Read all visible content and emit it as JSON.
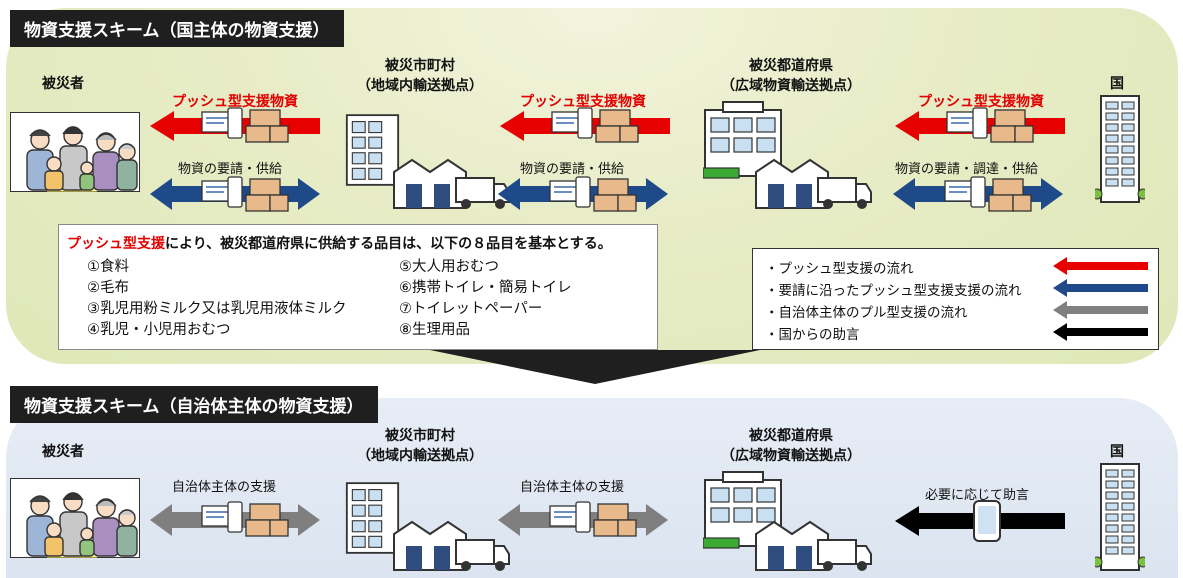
{
  "top": {
    "title": "物資支援スキーム（国主体の物資支援）",
    "victims": "被災者",
    "municipality_line1": "被災市町村",
    "municipality_line2": "（地域内輸送拠点）",
    "prefecture_line1": "被災都道府県",
    "prefecture_line2": "（広域物資輸送拠点）",
    "country": "国",
    "push_label": "プッシュ型支援物資",
    "request_supply_label": "物資の要請・供給",
    "request_procure_label": "物資の要請・調達・供給",
    "note_red": "プッシュ型支援",
    "note_rest": "により、被災都道府県に供給する品目は、以下の８品目を基本とする。",
    "items": [
      "①食料",
      "②毛布",
      "③乳児用粉ミルク又は乳児用液体ミルク",
      "④乳児・小児用おむつ",
      "⑤大人用おむつ",
      "⑥携帯トイレ・簡易トイレ",
      "⑦トイレットペーパー",
      "⑧生理用品"
    ]
  },
  "legend": [
    {
      "text": "・プッシュ型支援の流れ",
      "color": "#e60000"
    },
    {
      "text": "・要請に沿ったプッシュ型支援支援の流れ",
      "color": "#1e4a8a"
    },
    {
      "text": "・自治体主体のプル型支援の流れ",
      "color": "#7f7f7f"
    },
    {
      "text": "・国からの助言",
      "color": "#000000"
    }
  ],
  "bottom": {
    "title": "物資支援スキーム（自治体主体の物資支援）",
    "victims": "被災者",
    "municipality_line1": "被災市町村",
    "municipality_line2": "（地域内輸送拠点）",
    "prefecture_line1": "被災都道府県",
    "prefecture_line2": "（広域物資輸送拠点）",
    "country": "国",
    "local_support_label": "自治体主体の支援",
    "advice_label": "必要に応じて助言"
  },
  "colors": {
    "push": "#e60000",
    "request": "#1e4a8a",
    "pull": "#7f7f7f",
    "advice": "#000000"
  }
}
